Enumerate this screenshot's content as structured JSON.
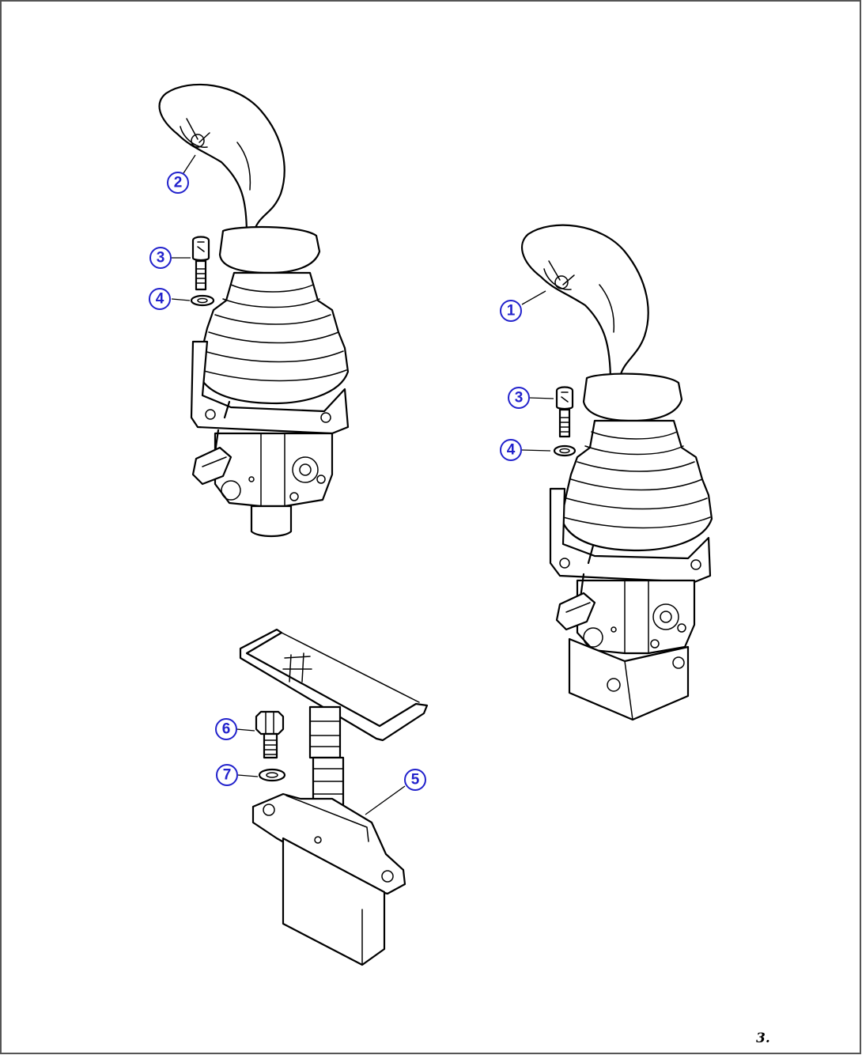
{
  "diagram": {
    "callouts": [
      {
        "id": "c1",
        "label": "1"
      },
      {
        "id": "c2",
        "label": "2"
      },
      {
        "id": "c3a",
        "label": "3"
      },
      {
        "id": "c4a",
        "label": "4"
      },
      {
        "id": "c3b",
        "label": "3"
      },
      {
        "id": "c4b",
        "label": "4"
      },
      {
        "id": "c5",
        "label": "5"
      },
      {
        "id": "c6",
        "label": "6"
      },
      {
        "id": "c7",
        "label": "7"
      }
    ],
    "sheet_ref": "3."
  },
  "colors": {
    "callout": "#2222cc",
    "line": "#000000",
    "border": "#555555"
  }
}
